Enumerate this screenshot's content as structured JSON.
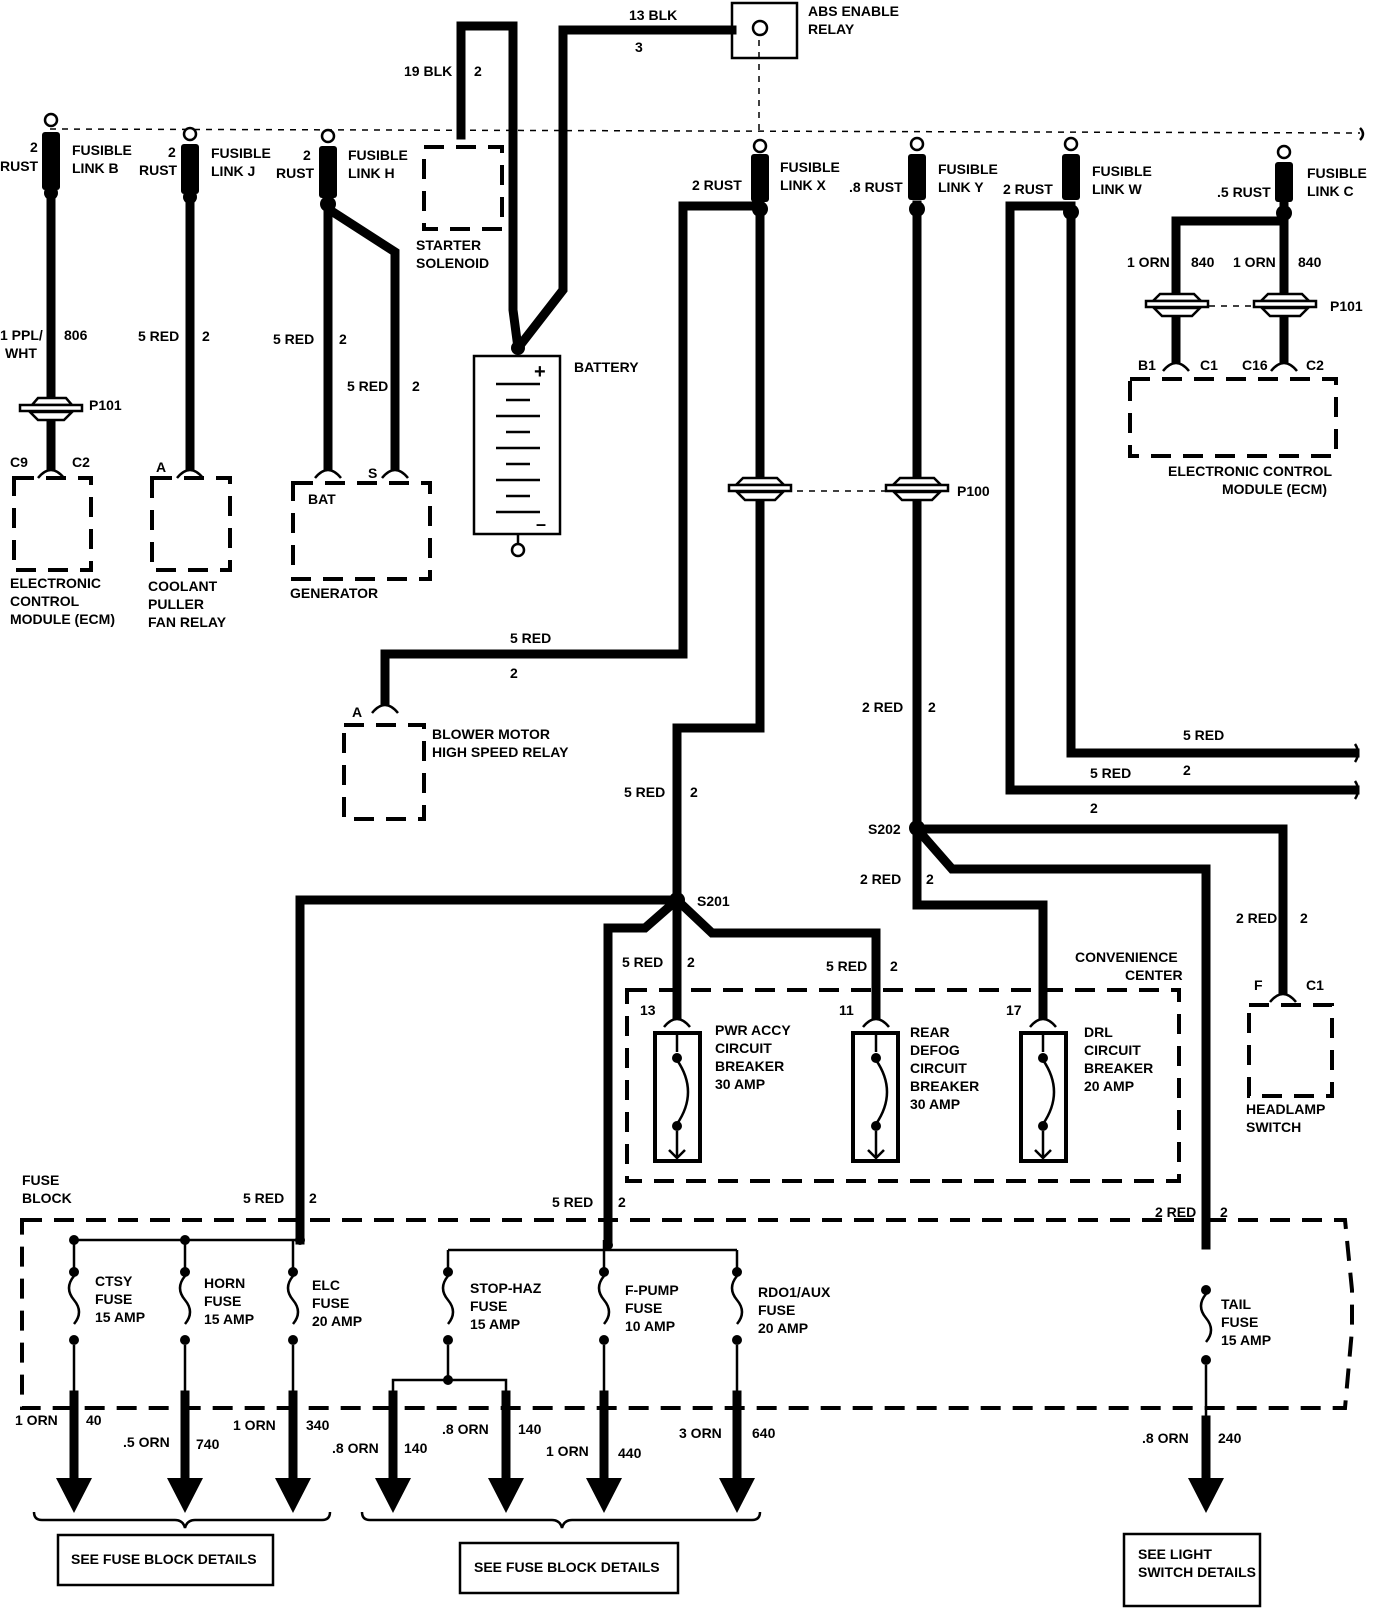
{
  "labels": {
    "abs_relay": [
      "ABS ENABLE",
      "RELAY"
    ],
    "w_13blk": "13 BLK",
    "w_13blk_n": "3",
    "w_19blk": "19 BLK",
    "w_19blk_n": "2",
    "flb": [
      "FUSIBLE",
      "LINK B"
    ],
    "flj": [
      "FUSIBLE",
      "LINK J"
    ],
    "flh": [
      "FUSIBLE",
      "LINK H"
    ],
    "flx": [
      "FUSIBLE",
      "LINK X"
    ],
    "fly": [
      "FUSIBLE",
      "LINK Y"
    ],
    "flw": [
      "FUSIBLE",
      "LINK W"
    ],
    "flc": [
      "FUSIBLE",
      "LINK C"
    ],
    "rust_b": [
      "2",
      "RUST"
    ],
    "rust_j": [
      "2",
      "RUST"
    ],
    "rust_h": [
      "2",
      "RUST"
    ],
    "rust_x": "2 RUST",
    "rust_y": ".8 RUST",
    "rust_w": "2 RUST",
    "rust_c": ".5 RUST",
    "starter": [
      "STARTER",
      "SOLENOID"
    ],
    "battery": "BATTERY",
    "plus": "+",
    "minus": "–",
    "w_ppl": [
      "1 PPL/",
      "WHT"
    ],
    "w_806": "806",
    "w_5red_j": "5 RED",
    "w_5red_j_n": "2",
    "w_5red_h1": "5 RED",
    "w_5red_h1_n": "2",
    "w_5red_h2": "5 RED",
    "w_5red_h2_n": "2",
    "p101_l": "P101",
    "c9": "C9",
    "c2_l": "C2",
    "ecm_l": [
      "ELECTRONIC",
      "CONTROL",
      "MODULE (ECM)"
    ],
    "conn_a1": "A",
    "coolant": [
      "COOLANT",
      "PULLER",
      "FAN RELAY"
    ],
    "bat": "BAT",
    "s": "S",
    "generator": "GENERATOR",
    "w_1orn_a": "1 ORN",
    "w_840_a": "840",
    "w_1orn_b": "1 ORN",
    "w_840_b": "840",
    "p101_r": "P101",
    "b1": "B1",
    "c1_r": "C1",
    "c16": "C16",
    "c2_r": "C2",
    "ecm_r": [
      "ELECTRONIC CONTROL",
      "MODULE (ECM)"
    ],
    "p100": "P100",
    "w_blower": "5 RED",
    "w_blower_n": "2",
    "conn_a2": "A",
    "blower": [
      "BLOWER MOTOR",
      "HIGH SPEED RELAY"
    ],
    "w_2red_y": "2 RED",
    "w_2red_y_n": "2",
    "w_5red_w": "5 RED",
    "w_5red_w2": "5 RED",
    "w_5red_w2_n": "2",
    "w_w_n": "2",
    "w_5red_x": "5 RED",
    "w_5red_x_n": "2",
    "s202": "S202",
    "s201": "S201",
    "w_2red_s202": "2 RED",
    "w_2red_s202_n": "2",
    "w_2red_hl": "2 RED",
    "w_2red_hl_n": "2",
    "conv": [
      "CONVENIENCE",
      "CENTER"
    ],
    "w_5red_cb1": "5 RED",
    "w_5red_cb1_n": "2",
    "w_5red_cb2": "5 RED",
    "w_5red_cb2_n": "2",
    "cav13": "13",
    "cav11": "11",
    "cav17": "17",
    "cb1": [
      "PWR ACCY",
      "CIRCUIT",
      "BREAKER",
      "30 AMP"
    ],
    "cb2": [
      "REAR",
      "DEFOG",
      "CIRCUIT",
      "BREAKER",
      "30 AMP"
    ],
    "cb3": [
      "DRL",
      "CIRCUIT",
      "BREAKER",
      "20 AMP"
    ],
    "f_l": "F",
    "c1_hl": "C1",
    "headlamp": [
      "HEADLAMP",
      "SWITCH"
    ],
    "fuseblock": [
      "FUSE",
      "BLOCK"
    ],
    "w_5red_fb1": "5 RED",
    "w_5red_fb1_n": "2",
    "w_5red_fb2": "5 RED",
    "w_5red_fb2_n": "2",
    "w_2red_tail": "2 RED",
    "w_2red_tail_n": "2",
    "f_ctsy": [
      "CTSY",
      "FUSE",
      "15 AMP"
    ],
    "f_horn": [
      "HORN",
      "FUSE",
      "15 AMP"
    ],
    "f_elc": [
      "ELC",
      "FUSE",
      "20 AMP"
    ],
    "f_stop": [
      "STOP-HAZ",
      "FUSE",
      "15 AMP"
    ],
    "f_fpump": [
      "F-PUMP",
      "FUSE",
      "10 AMP"
    ],
    "f_rdo": [
      "RDO1/AUX",
      "FUSE",
      "20 AMP"
    ],
    "f_tail": [
      "TAIL",
      "FUSE",
      "15 AMP"
    ],
    "o1": "1 ORN",
    "o1n": "40",
    "o2": ".5 ORN",
    "o2n": "740",
    "o3": "1 ORN",
    "o3n": "340",
    "o4": ".8 ORN",
    "o4n": "140",
    "o5": ".8 ORN",
    "o5n": "140",
    "o6": "1 ORN",
    "o6n": "440",
    "o7": "3 ORN",
    "o7n": "640",
    "o8": ".8 ORN",
    "o8n": "240",
    "see1": "SEE FUSE BLOCK DETAILS",
    "see2": "SEE FUSE BLOCK DETAILS",
    "see3": [
      "SEE LIGHT",
      "SWITCH DETAILS"
    ]
  }
}
